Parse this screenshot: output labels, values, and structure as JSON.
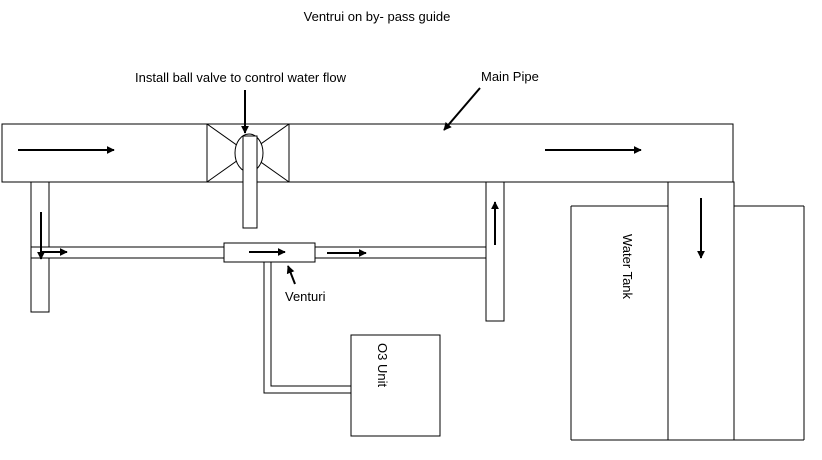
{
  "title": "Ventrui on by- pass guide",
  "labels": {
    "ball_valve": "Install ball valve to control water flow",
    "main_pipe": "Main Pipe",
    "venturi": "Venturi",
    "o3_unit": "O3 Unit",
    "water_tank": "Water Tank"
  },
  "colors": {
    "line": "#000000",
    "background": "#ffffff"
  }
}
